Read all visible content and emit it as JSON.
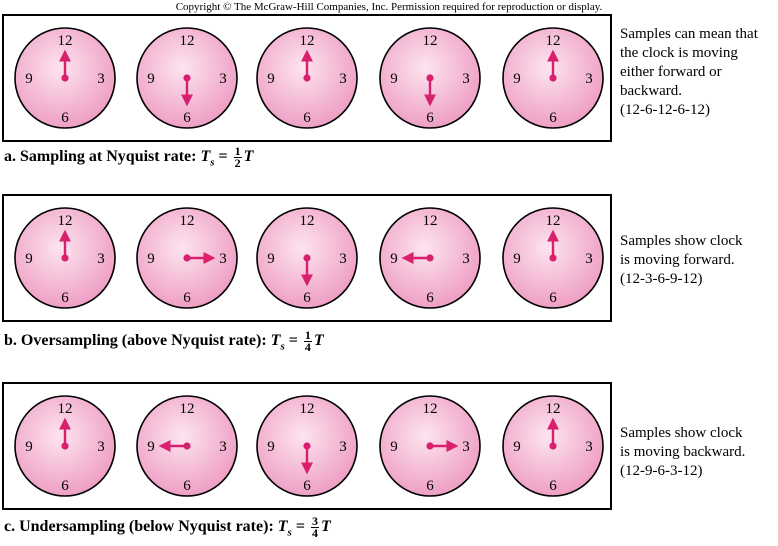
{
  "copyright": "Copyright © The McGraw-Hill Companies, Inc. Permission required for reproduction or display.",
  "clock_labels": {
    "top": "12",
    "right": "3",
    "bottom": "6",
    "left": "9"
  },
  "colors": {
    "face_center": "#fde4ef",
    "face_edge": "#ee9fc4",
    "hand": "#d8206f",
    "border": "#000000"
  },
  "panels": [
    {
      "id": "a",
      "hands": [
        "up",
        "down",
        "up",
        "down",
        "up"
      ],
      "note_lines": [
        "Samples can mean that",
        "the clock is moving",
        "either forward or",
        "backward.",
        "(12-6-12-6-12)"
      ],
      "caption_text": "a. Sampling at Nyquist rate: ",
      "ts_symbol": "T",
      "ts_sub": "s",
      "eq": " = ",
      "frac_num": "1",
      "frac_den": "2",
      "frac_var": "T"
    },
    {
      "id": "b",
      "hands": [
        "up",
        "right",
        "down",
        "left",
        "up"
      ],
      "note_lines": [
        "Samples show clock",
        "is moving forward.",
        "(12-3-6-9-12)"
      ],
      "caption_text": "b. Oversampling (above Nyquist rate): ",
      "ts_symbol": "T",
      "ts_sub": "s",
      "eq": " = ",
      "frac_num": "1",
      "frac_den": "4",
      "frac_var": "T"
    },
    {
      "id": "c",
      "hands": [
        "up",
        "left",
        "down",
        "right",
        "up"
      ],
      "note_lines": [
        "Samples show clock",
        "is moving backward.",
        "(12-9-6-3-12)"
      ],
      "caption_text": "c. Undersampling (below Nyquist rate): ",
      "ts_symbol": "T",
      "ts_sub": "s",
      "eq": " = ",
      "frac_num": "3",
      "frac_den": "4",
      "frac_var": "T"
    }
  ]
}
